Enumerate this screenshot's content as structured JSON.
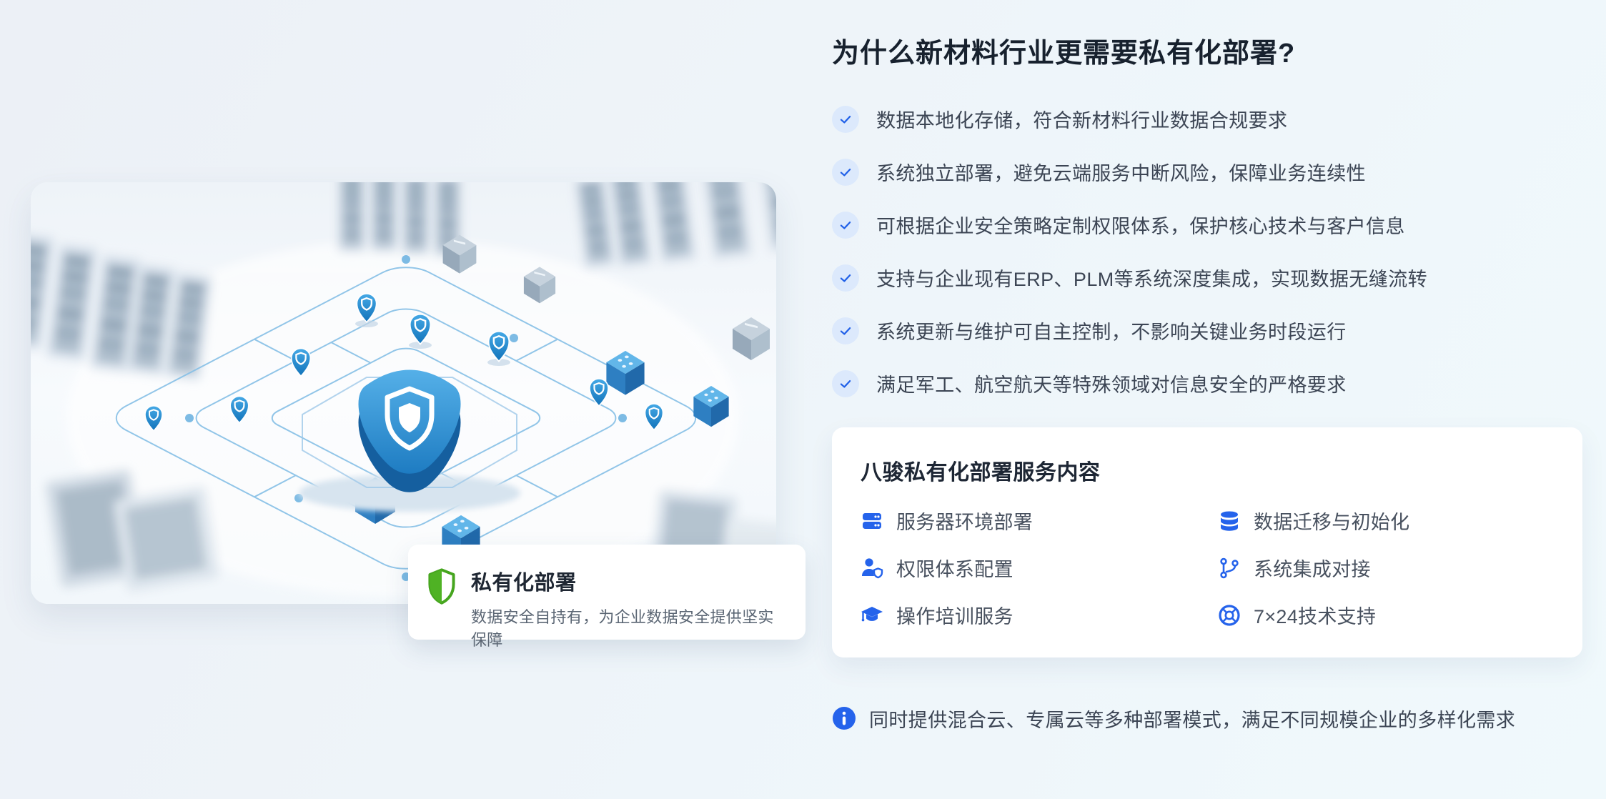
{
  "colors": {
    "accent_blue": "#2563eb",
    "check_circle_bg": "#dce9fc",
    "heading_text": "#17212e",
    "body_text": "#3c4554",
    "caption_green": "#4fb224",
    "illustration_blue": "#2e8fd2"
  },
  "hero": {
    "caption_card": {
      "icon": "green-shield-icon",
      "title": "私有化部署",
      "subtitle": "数据安全自持有，为企业数据安全提供坚实保障"
    }
  },
  "right": {
    "heading": "为什么新材料行业更需要私有化部署?",
    "benefits": [
      "数据本地化存储，符合新材料行业数据合规要求",
      "系统独立部署，避免云端服务中断风险，保障业务连续性",
      "可根据企业安全策略定制权限体系，保护核心技术与客户信息",
      "支持与企业现有ERP、PLM等系统深度集成，实现数据无缝流转",
      "系统更新与维护可自主控制，不影响关键业务时段运行",
      "满足军工、航空航天等特殊领域对信息安全的严格要求"
    ],
    "services_card": {
      "title": "八骏私有化部署服务内容",
      "items": [
        {
          "icon": "server-icon",
          "label": "服务器环境部署"
        },
        {
          "icon": "database-icon",
          "label": "数据迁移与初始化"
        },
        {
          "icon": "user-shield-icon",
          "label": "权限体系配置"
        },
        {
          "icon": "git-branch-icon",
          "label": "系统集成对接"
        },
        {
          "icon": "graduation-cap-icon",
          "label": "操作培训服务"
        },
        {
          "icon": "life-buoy-icon",
          "label": "7×24技术支持"
        }
      ]
    },
    "note": {
      "icon": "info-icon",
      "text": "同时提供混合云、专属云等多种部署模式，满足不同规模企业的多样化需求"
    }
  }
}
